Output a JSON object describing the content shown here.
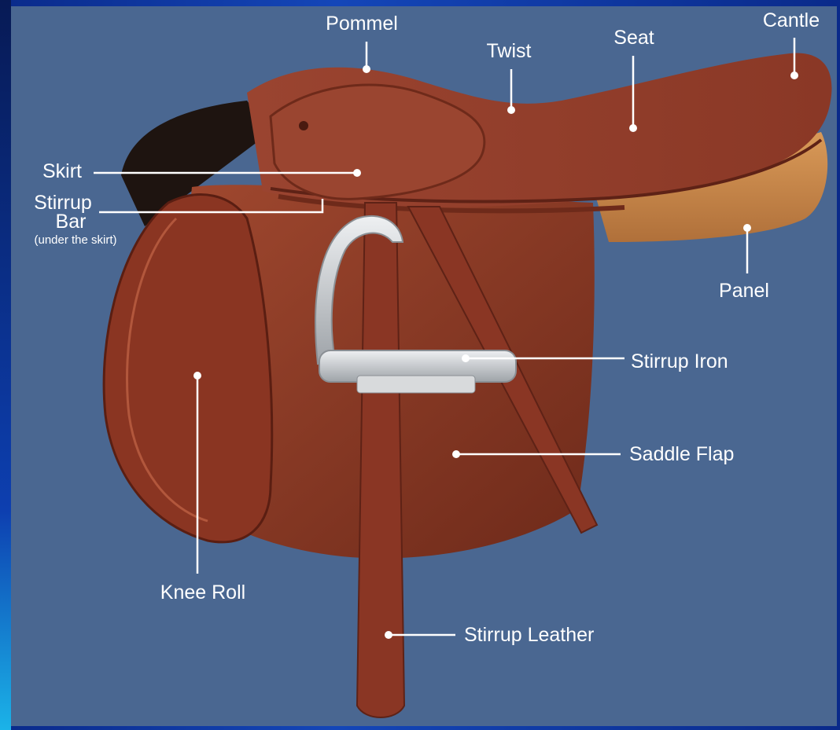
{
  "labels": {
    "pommel": "Pommel",
    "twist": "Twist",
    "seat": "Seat",
    "cantle": "Cantle",
    "skirt": "Skirt",
    "stirrup_bar_line1": "Stirrup",
    "stirrup_bar_line2": "Bar",
    "stirrup_bar_note": "(under the skirt)",
    "panel": "Panel",
    "stirrup_iron": "Stirrup Iron",
    "saddle_flap": "Saddle Flap",
    "knee_roll": "Knee Roll",
    "stirrup_leather": "Stirrup Leather"
  },
  "colors": {
    "background": "#4a6791",
    "leather": "#8e3a26",
    "leather_dark": "#5e2216",
    "panel_tan": "#c98a4a",
    "metal": "#c9ccd0",
    "line": "#ffffff"
  }
}
